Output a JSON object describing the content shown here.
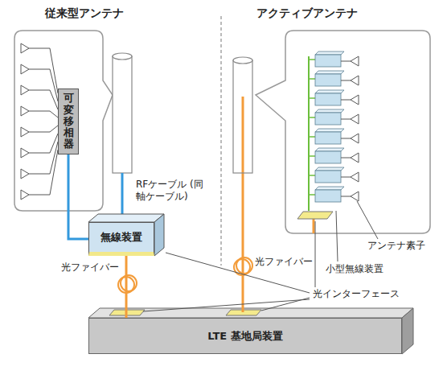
{
  "diagram": {
    "nodes": [
      {
        "text": [
          "可変移相器"
        ]
      },
      {
        "text": [
          "無線装置"
        ]
      },
      {
        "text": [
          "LTE 基地局装置"
        ]
      }
    ],
    "edges": [
      {
        "from": 0,
        "to": 1,
        "arrow": "none"
      },
      {
        "from": 1,
        "to": 2,
        "arrow": "none",
        "label": "光ファイバー"
      }
    ],
    "labels": [
      "従来型アンテナ",
      "アクティブアンテナ",
      "RFケーブル (同軸ケーブル)",
      "光ファイバー",
      "アンテナ素子",
      "小型無線装置",
      "光インターフェース"
    ]
  }
}
